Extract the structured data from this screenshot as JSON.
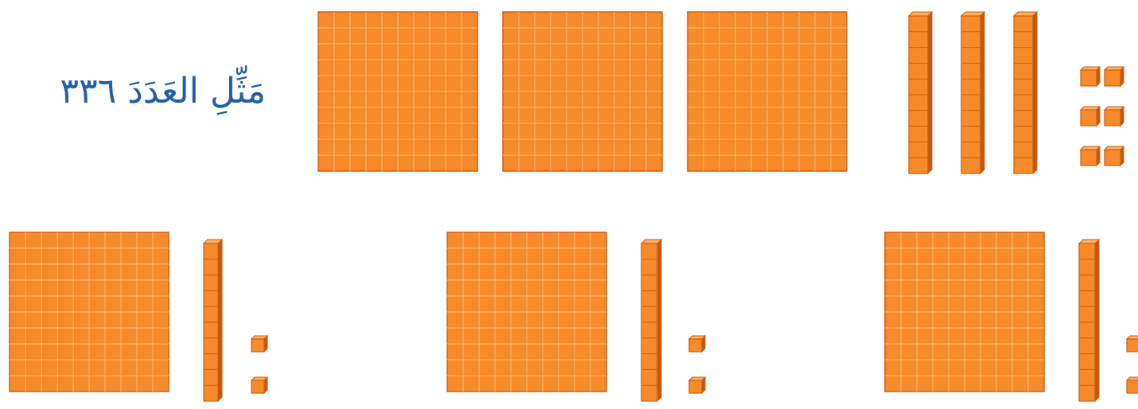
{
  "prompt": {
    "text": "مَثِّلِ العَدَدَ ٣٣٦"
  },
  "colors": {
    "face": "#f78a2a",
    "grid": "#fbb46c",
    "edge": "#cf5f13",
    "side": "#c4570f",
    "top": "#fdb062",
    "prompt_text": "#1f5fa8"
  },
  "representations": [
    {
      "name": "model-target",
      "hundreds": 3,
      "tens": 3,
      "ones": 6
    },
    {
      "name": "option-1",
      "hundreds": 1,
      "tens": 1,
      "ones": 2
    },
    {
      "name": "option-2",
      "hundreds": 1,
      "tens": 1,
      "ones": 2
    },
    {
      "name": "option-3",
      "hundreds": 1,
      "tens": 1,
      "ones": 2
    }
  ]
}
